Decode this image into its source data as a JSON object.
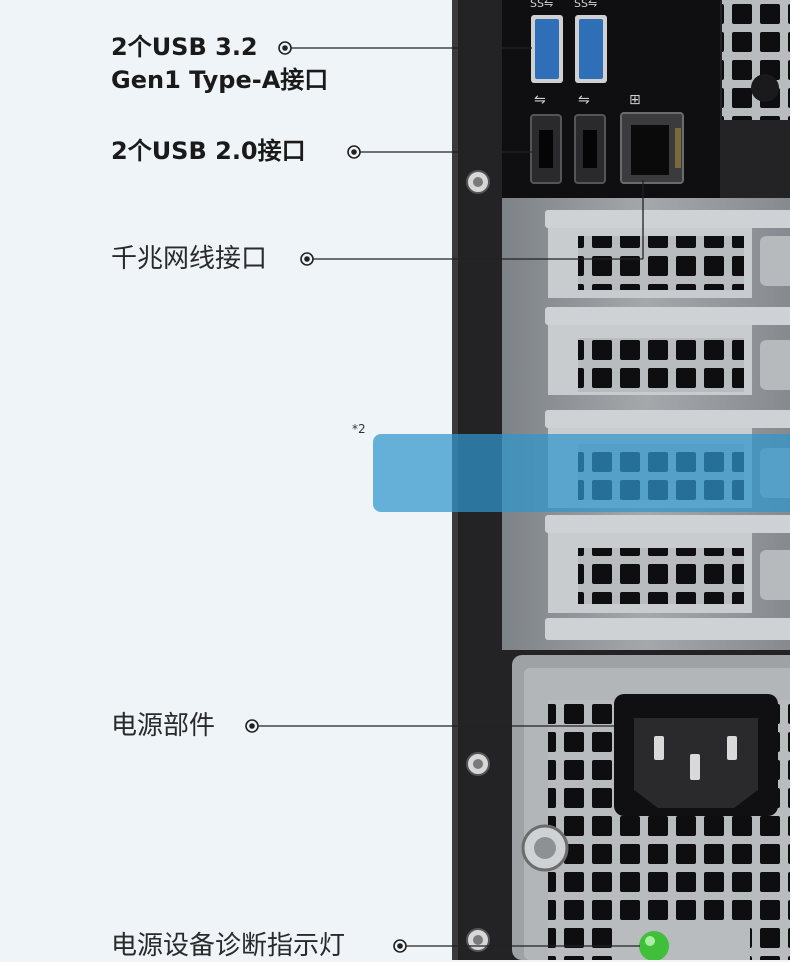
{
  "callouts": {
    "usb32_line1": "2个USB 3.2",
    "usb32_line2": "Gen1 Type-A接口",
    "usb20": "2个USB 2.0接口",
    "ethernet": "千兆网线接口",
    "footnote": "*2",
    "power_unit": "电源部件",
    "psu_diag_led": "电源设备诊断指示灯"
  },
  "colors": {
    "background": "#eef4f8",
    "chassis": "#2b2b2d",
    "panel": "#8a8e92",
    "highlight": "#2f96cd",
    "led": "#3fbf3a"
  },
  "icons": [
    "usb-ss-icon",
    "usb-icon",
    "network-icon",
    "power-socket-icon",
    "screw-icon"
  ]
}
